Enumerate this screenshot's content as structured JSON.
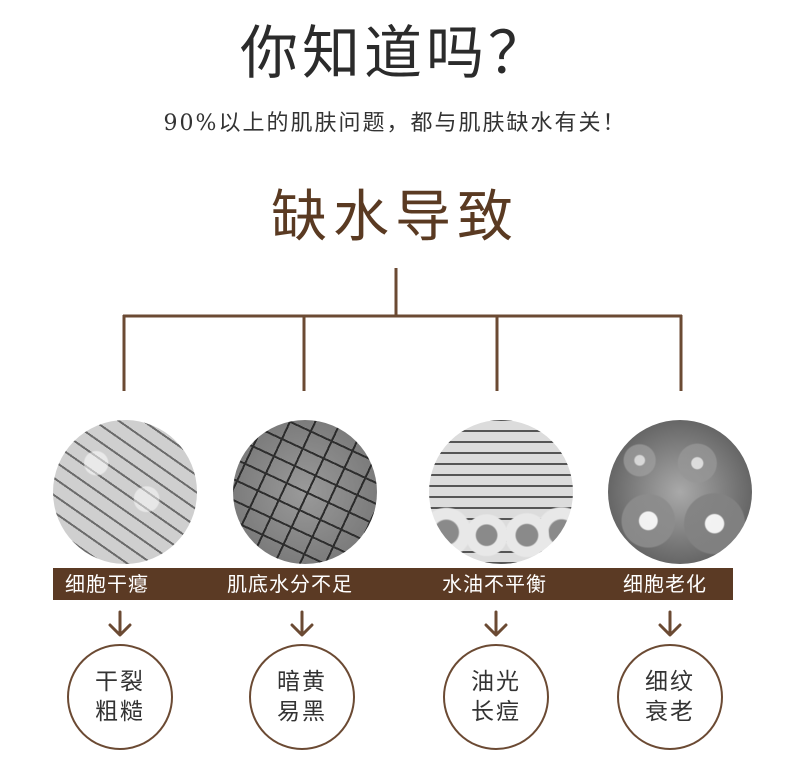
{
  "header": {
    "title": "你知道吗？",
    "subtitle": "90%以上的肌肤问题，都与肌肤缺水有关！"
  },
  "main": {
    "heading": "缺水导致"
  },
  "colors": {
    "accent_brown": "#5b3a24",
    "text_dark": "#2b2b2b",
    "background": "#ffffff"
  },
  "causes": [
    {
      "label": "细胞干瘪",
      "image": "dry-cracked-skin-texture"
    },
    {
      "label": "肌底水分不足",
      "image": "cracked-earth-texture"
    },
    {
      "label": "水油不平衡",
      "image": "skin-cell-layers-texture"
    },
    {
      "label": "细胞老化",
      "image": "aging-cells-bubbles-texture"
    }
  ],
  "results": [
    {
      "line1": "干裂",
      "line2": "粗糙"
    },
    {
      "line1": "暗黄",
      "line2": "易黑"
    },
    {
      "line1": "油光",
      "line2": "长痘"
    },
    {
      "line1": "细纹",
      "line2": "衰老"
    }
  ]
}
